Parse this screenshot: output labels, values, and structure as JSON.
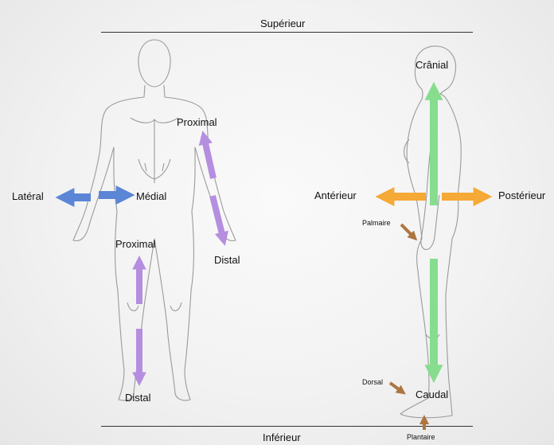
{
  "labels": {
    "superieur": "Supérieur",
    "inferieur": "Inférieur",
    "lateral": "Latéral",
    "medial": "Médial",
    "proximal_arm": "Proximal",
    "distal_arm": "Distal",
    "proximal_leg": "Proximal",
    "distal_leg": "Distal",
    "cranial": "Crânial",
    "anterieur": "Antérieur",
    "posterieur": "Postérieur",
    "palmaire": "Palmaire",
    "dorsal": "Dorsal",
    "caudal": "Caudal",
    "plantaire": "Plantaire"
  },
  "colors": {
    "blue": "#5b86d6",
    "purple": "#b58ee0",
    "green": "#86dd8e",
    "orange": "#f5a936",
    "brown": "#ad7640",
    "outline": "#9a9a9a"
  }
}
